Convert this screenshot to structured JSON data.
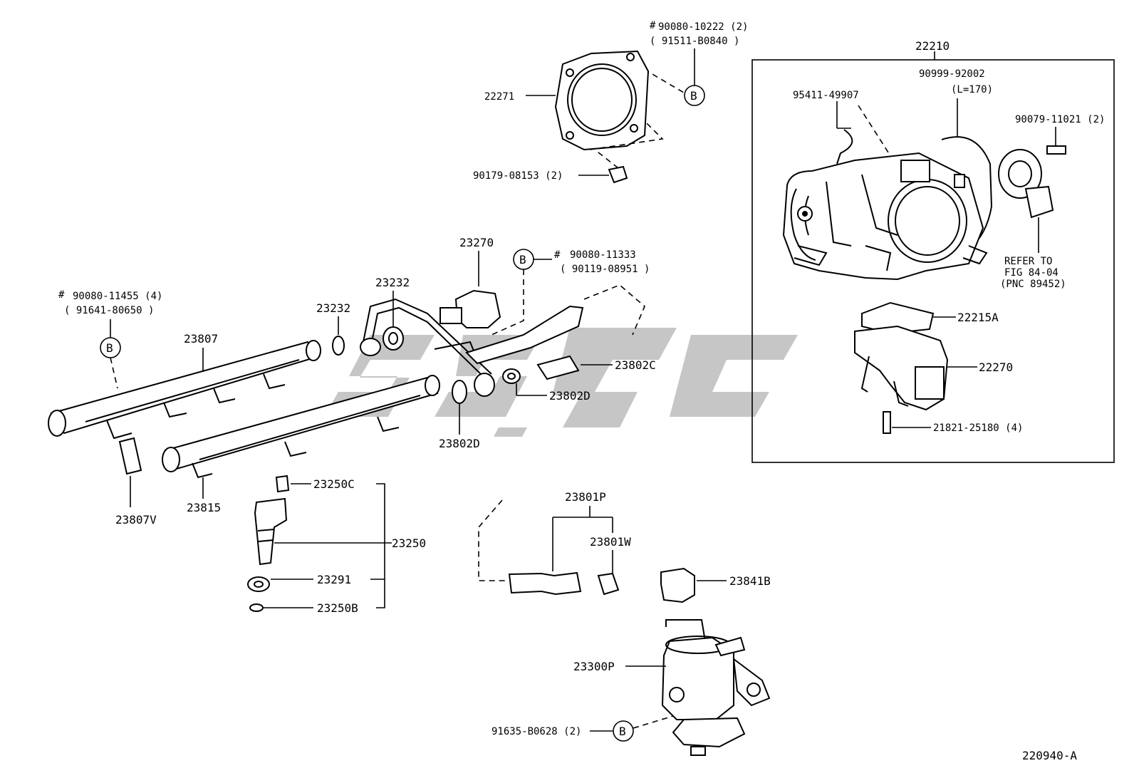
{
  "labels": {
    "p22271": "22271",
    "p90080_10222": "90080-10222 (2)",
    "p91511_B0840": "( 91511-B0840 )",
    "p90179_08153": "90179-08153 (2)",
    "p22210": "22210",
    "p90999_92002": "90999-92002",
    "pL170": "(L=170)",
    "p95411_49907": "95411-49907",
    "p90079_11021": "90079-11021 (2)",
    "refer1": "REFER TO",
    "refer2": "FIG 84-04",
    "refer3": "(PNC 89452)",
    "p22215A": "22215A",
    "p22270": "22270",
    "p21821_25180": "21821-25180 (4)",
    "p23270": "23270",
    "p90080_11333": "90080-11333",
    "p90119_08951": "( 90119-08951 )",
    "p23232a": "23232",
    "p23232b": "23232",
    "p90080_11455": "90080-11455 (4)",
    "p91641_80650": "( 91641-80650  )",
    "p23807": "23807",
    "p23802C": "23802C",
    "p23802Da": "23802D",
    "p23802Db": "23802D",
    "p23807V": "23807V",
    "p23815": "23815",
    "p23250C": "23250C",
    "p23250": "23250",
    "p23291": "23291",
    "p23250B": "23250B",
    "p23801P": "23801P",
    "p23801W": "23801W",
    "p23841B": "23841B",
    "p23300P": "23300P",
    "p91635_B0628": "91635-B0628 (2)",
    "figure_id": "220940-A"
  },
  "markers": {
    "hash": "#",
    "B": "B"
  },
  "colors": {
    "line": "#000000",
    "watermark": "#c6c6c6",
    "background": "#ffffff"
  }
}
